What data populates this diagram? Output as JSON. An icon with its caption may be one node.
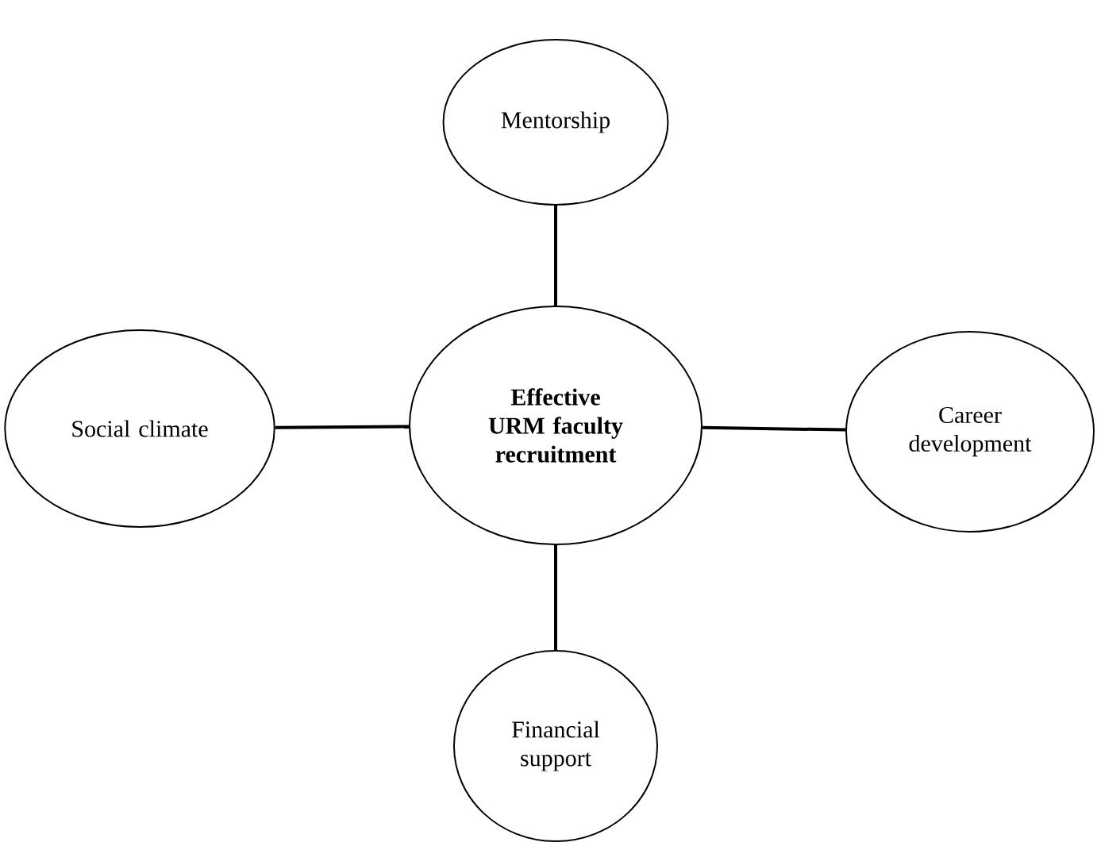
{
  "diagram": {
    "nodes": [
      {
        "text": [
          "Mentorship"
        ]
      },
      {
        "text": [
          "Social climate"
        ]
      },
      {
        "text": [
          "Effective URM faculty recruitment"
        ]
      },
      {
        "text": [
          "Career development"
        ]
      },
      {
        "text": [
          "Financial support"
        ]
      }
    ],
    "edges": [
      {
        "from": 0,
        "to": 2,
        "arrow": "none"
      },
      {
        "from": 1,
        "to": 2,
        "arrow": "none"
      },
      {
        "from": 2,
        "to": 3,
        "arrow": "none"
      },
      {
        "from": 2,
        "to": 4,
        "arrow": "none"
      }
    ]
  }
}
